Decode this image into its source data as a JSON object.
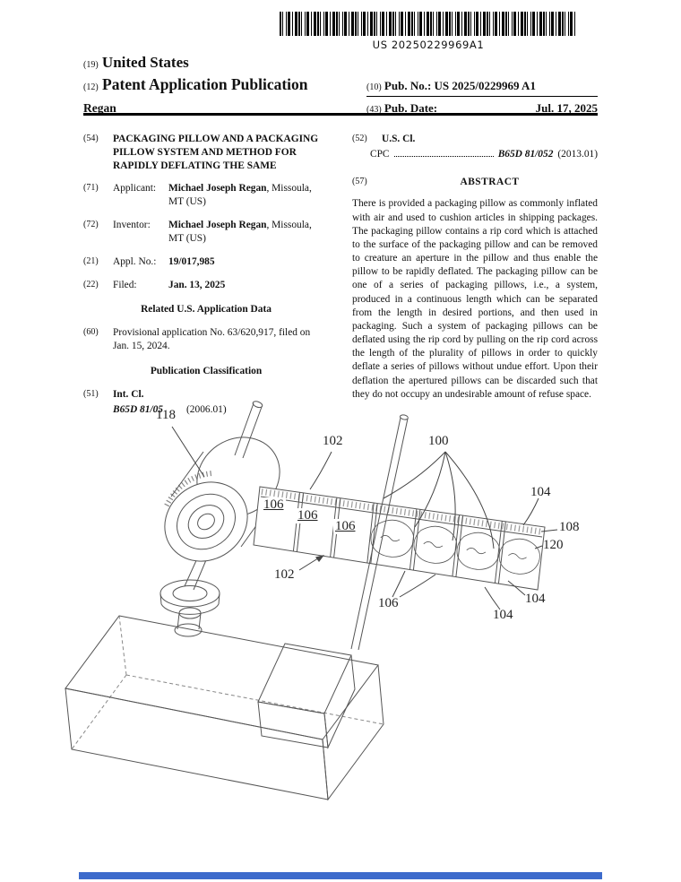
{
  "document": {
    "barcode_text": "US 20250229969A1",
    "footer_bar_color": "#3d6bcc"
  },
  "header": {
    "country_num": "(19)",
    "country": "United States",
    "kind_num": "(12)",
    "kind": "Patent Application Publication",
    "inventor_surname": "Regan",
    "pub_no_num": "(10)",
    "pub_no_label": "Pub. No.:",
    "pub_no": "US 2025/0229969 A1",
    "pub_date_num": "(43)",
    "pub_date_label": "Pub. Date:",
    "pub_date": "Jul. 17, 2025"
  },
  "biblio": {
    "title_num": "(54)",
    "title": "PACKAGING PILLOW AND A PACKAGING PILLOW SYSTEM AND METHOD FOR RAPIDLY DEFLATING THE SAME",
    "applicant_num": "(71)",
    "applicant_label": "Applicant:",
    "applicant_name": "Michael Joseph Regan",
    "applicant_loc": ", Missoula, MT (US)",
    "inventor_num": "(72)",
    "inventor_label": "Inventor:",
    "inventor_name": "Michael Joseph Regan",
    "inventor_loc": ", Missoula, MT (US)",
    "appl_num": "(21)",
    "appl_label": "Appl. No.:",
    "appl_value": "19/017,985",
    "filed_num": "(22)",
    "filed_label": "Filed:",
    "filed_value": "Jan. 13, 2025",
    "related_heading": "Related U.S. Application Data",
    "related_num": "(60)",
    "related_text": "Provisional application No. 63/620,917, filed on Jan. 15, 2024.",
    "pubclass_heading": "Publication Classification",
    "intcl_num": "(51)",
    "intcl_label": "Int. Cl.",
    "intcl_class": "B65D 81/05",
    "intcl_year": "(2006.01)"
  },
  "classification": {
    "uscl_num": "(52)",
    "uscl_label": "U.S. Cl.",
    "cpc_label": "CPC",
    "cpc_class": "B65D 81/052",
    "cpc_year": "(2013.01)"
  },
  "abstract": {
    "num": "(57)",
    "heading": "ABSTRACT",
    "text": "There is provided a packaging pillow as commonly inflated with air and used to cushion articles in shipping packages. The packaging pillow contains a rip cord which is attached to the surface of the packaging pillow and can be removed to creature an aperture in the pillow and thus enable the pillow to be rapidly deflated. The packaging pillow can be one of a series of packaging pillows, i.e., a system, produced in a continuous length which can be separated from the length in desired portions, and then used in packaging. Such a system of packaging pillows can be deflated using the rip cord by pulling on the rip cord across the length of the plurality of pillows in order to quickly deflate a series of pillows without undue effort. Upon their deflation the apertured pillows can be discarded such that they do not occupy an undesirable amount of refuse space."
  },
  "figure": {
    "labels": [
      "118",
      "102",
      "100",
      "104",
      "106",
      "106",
      "106",
      "108",
      "120",
      "102",
      "106",
      "104",
      "104"
    ]
  }
}
